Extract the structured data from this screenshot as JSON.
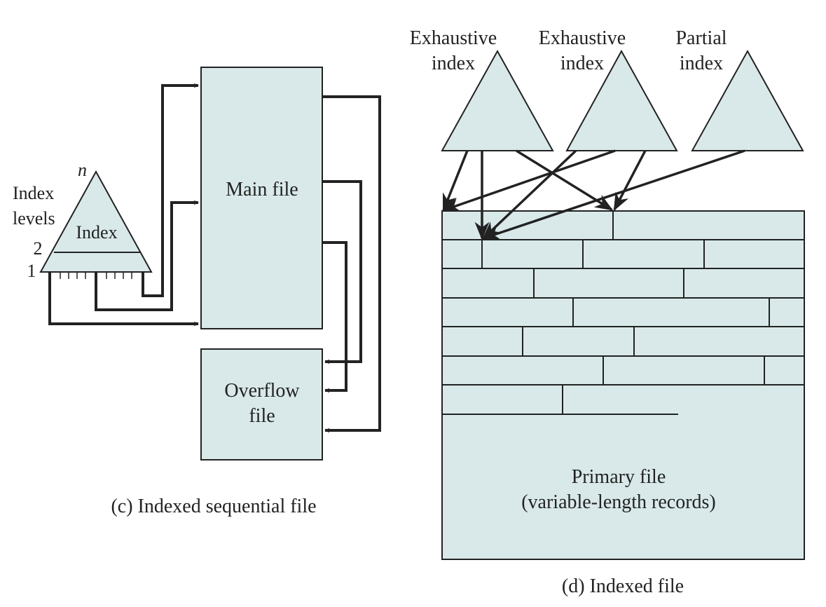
{
  "colors": {
    "fill": "#d9e9ea",
    "stroke": "#222222",
    "background": "#ffffff"
  },
  "left_diagram": {
    "index_levels_line1": "Index",
    "index_levels_line2": "levels",
    "level_n": "n",
    "level_2": "2",
    "level_1": "1",
    "index_label": "Index",
    "main_file": "Main file",
    "overflow_line1": "Overflow",
    "overflow_line2": "file",
    "caption": "(c) Indexed sequential file"
  },
  "right_diagram": {
    "index1_line1": "Exhaustive",
    "index1_line2": "index",
    "index2_line1": "Exhaustive",
    "index2_line2": "index",
    "index3_line1": "Partial",
    "index3_line2": "index",
    "primary_line1": "Primary file",
    "primary_line2": "(variable-length records)",
    "caption": "(d) Indexed file"
  }
}
